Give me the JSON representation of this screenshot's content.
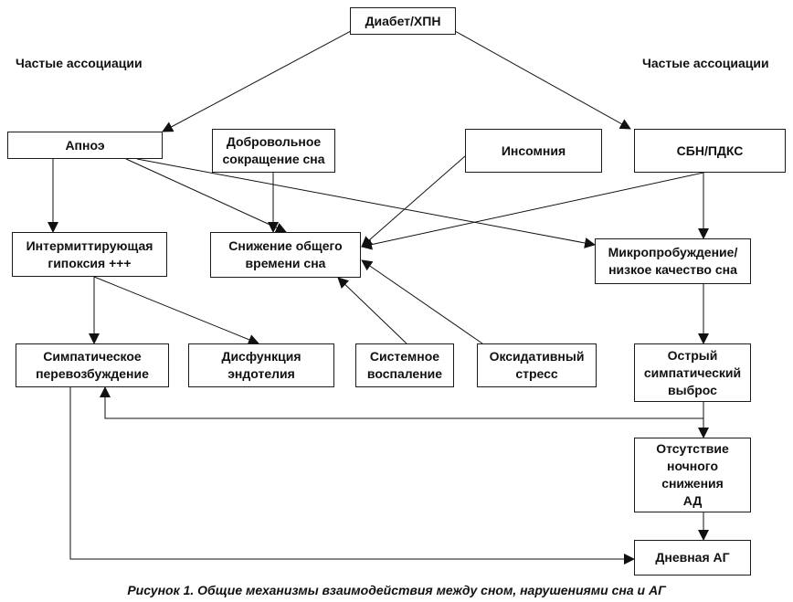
{
  "diagram": {
    "nodes": {
      "diabetes": "Диабет/ХПН",
      "apnea": "Апноэ",
      "voluntary": "Добровольное\nсокращение сна",
      "insomnia": "Инсомния",
      "rls": "СБН/ПДКС",
      "hypoxia": "Интермиттирующая\nгипоксия +++",
      "reduced_sleep": "Снижение общего\nвремени сна",
      "arousal": "Микропробуждение/\nнизкое качество сна",
      "sympathetic": "Симпатическое\nперевозбуждение",
      "endothelial": "Дисфункция\nэндотелия",
      "inflammation": "Системное\nвоспаление",
      "oxidative": "Оксидативный\nстресс",
      "acute_surge": "Острый\nсимпатический\nвыброс",
      "non_dipping": "Отсутствие\nночного\nснижения\nАД",
      "daytime_ah": "Дневная АГ"
    },
    "notes": {
      "left_associations": "Частые ассоциации",
      "right_associations": "Частые ассоциации"
    },
    "edges": [
      {
        "from": "diabetes",
        "to": "apnea"
      },
      {
        "from": "diabetes",
        "to": "rls"
      },
      {
        "from": "apnea",
        "to": "hypoxia"
      },
      {
        "from": "apnea",
        "to": "reduced_sleep"
      },
      {
        "from": "apnea",
        "to": "arousal"
      },
      {
        "from": "voluntary",
        "to": "reduced_sleep"
      },
      {
        "from": "insomnia",
        "to": "reduced_sleep"
      },
      {
        "from": "rls",
        "to": "reduced_sleep"
      },
      {
        "from": "rls",
        "to": "arousal"
      },
      {
        "from": "hypoxia",
        "to": "sympathetic"
      },
      {
        "from": "hypoxia",
        "to": "endothelial"
      },
      {
        "from": "inflammation",
        "to": "reduced_sleep"
      },
      {
        "from": "oxidative",
        "to": "reduced_sleep"
      },
      {
        "from": "arousal",
        "to": "acute_surge"
      },
      {
        "from": "acute_surge",
        "to": "sympathetic"
      },
      {
        "from": "acute_surge",
        "to": "non_dipping"
      },
      {
        "from": "non_dipping",
        "to": "daytime_ah"
      },
      {
        "from": "sympathetic",
        "to": "daytime_ah"
      }
    ]
  },
  "caption": "Рисунок 1. Общие механизмы взаимодействия между сном, нарушениями сна и АГ"
}
